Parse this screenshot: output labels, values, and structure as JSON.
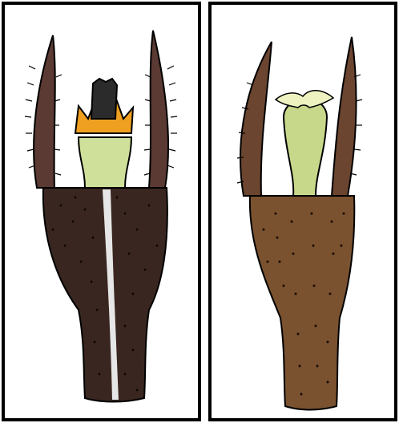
{
  "figure": {
    "panels": [
      {
        "id": "left",
        "subject": "seed-capsule-with-dark-style-and-orange-crown",
        "colors": {
          "body": "#3a2620",
          "speckle": "#0d0806",
          "awns": "#5a3a32",
          "crown": "#f0a020",
          "neck": "#cfe09a",
          "style": "#2b2b2b",
          "stripe": "#e6e6e6"
        }
      },
      {
        "id": "right",
        "subject": "seed-capsule-with-green-neck-and-pale-lobes",
        "colors": {
          "body": "#7a5230",
          "speckle": "#140c06",
          "awns": "#6b4530",
          "lobes": "#eef2c0",
          "neck": "#c8d88a"
        }
      }
    ]
  }
}
